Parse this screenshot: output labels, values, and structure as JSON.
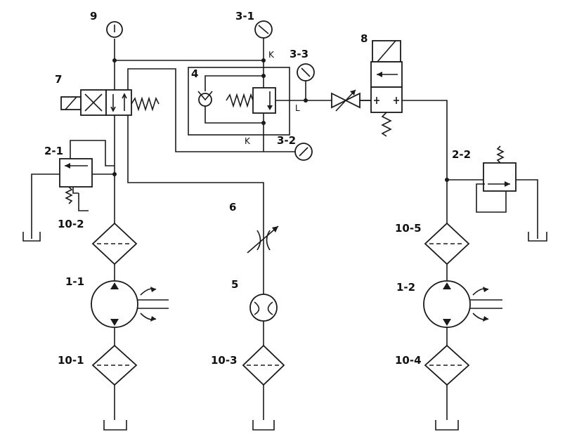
{
  "diagram": {
    "labels": {
      "pressure_gauge_9": "9",
      "pressure_gauge_3_1": "3-1",
      "pressure_gauge_3_3": "3-3",
      "pressure_gauge_3_2": "3-2",
      "directional_valve_8": "8",
      "directional_valve_7": "7",
      "component_4": "4",
      "relief_valve_2_1": "2-1",
      "relief_valve_2_2": "2-2",
      "throttle_6": "6",
      "flowmeter_5": "5",
      "filter_10_2": "10-2",
      "filter_10_5": "10-5",
      "filter_10_1": "10-1",
      "filter_10_3": "10-3",
      "filter_10_4": "10-4",
      "pump_1_1": "1-1",
      "pump_1_2": "1-2",
      "port_k_top": "K",
      "port_k_bottom": "K",
      "port_l": "L"
    }
  }
}
